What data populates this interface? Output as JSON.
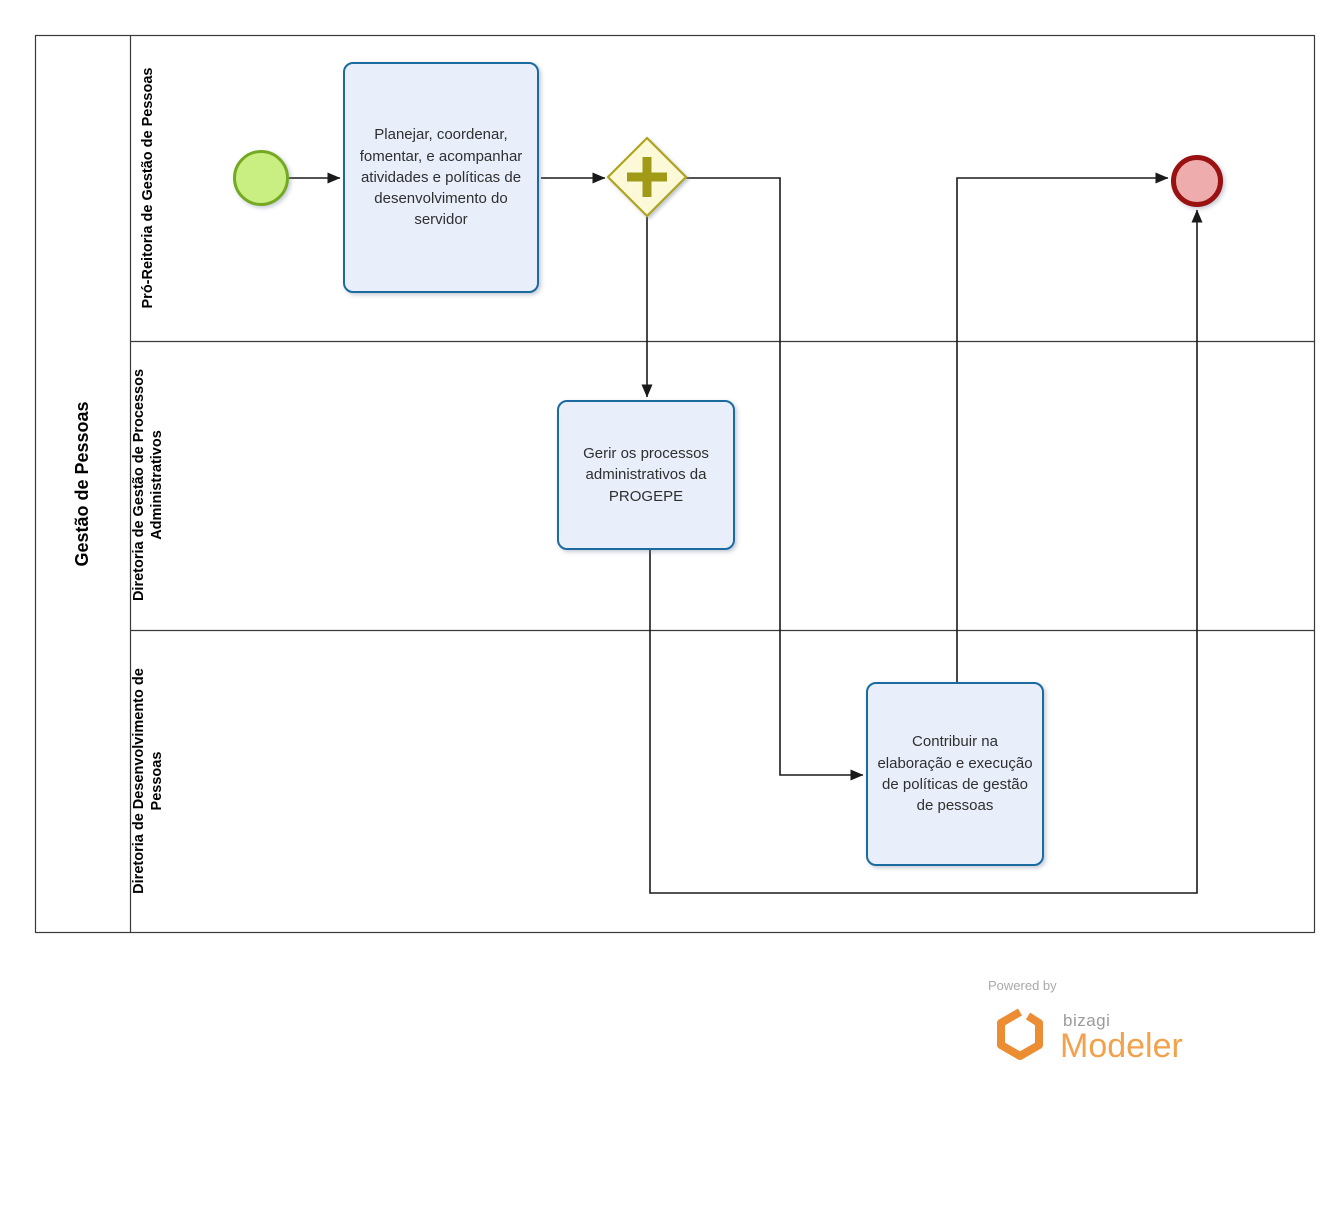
{
  "diagram": {
    "pool_title": "Gestão de Pessoas",
    "lanes": [
      "Pró-Reitoria de Gestão de Pessoas",
      "Diretoria de Gestão de Processos Administrativos",
      "Diretoria de Desenvolvimento de Pessoas"
    ]
  },
  "nodes": {
    "start_event": {
      "type": "start-event"
    },
    "task_planejar": {
      "label": "Planejar, coordenar, fomentar, e acompanhar atividades e políticas de desenvolvimento do servidor"
    },
    "gateway_parallel": {
      "type": "parallel-gateway"
    },
    "task_gerir": {
      "label": "Gerir os processos administrativos da PROGEPE"
    },
    "task_contribuir": {
      "label": "Contribuir na elaboração e execução de políticas de gestão de pessoas"
    },
    "end_event": {
      "type": "end-event"
    }
  },
  "footer": {
    "powered_by": "Powered by",
    "brand": "bizagi",
    "product": "Modeler"
  },
  "colors": {
    "task_fill": "#E9EEFB",
    "task_border": "#1B6BA0",
    "start_fill": "#C9EE82",
    "start_border": "#76A922",
    "end_fill": "#EFACAC",
    "end_border": "#991111",
    "gateway_fill": "#FCF9D8",
    "gateway_border": "#B1A41D",
    "gateway_cross": "#A19A16",
    "flow_line": "#1A1A1A",
    "frame_line": "#3A3A3A",
    "brand_orange": "#F2A14D"
  }
}
